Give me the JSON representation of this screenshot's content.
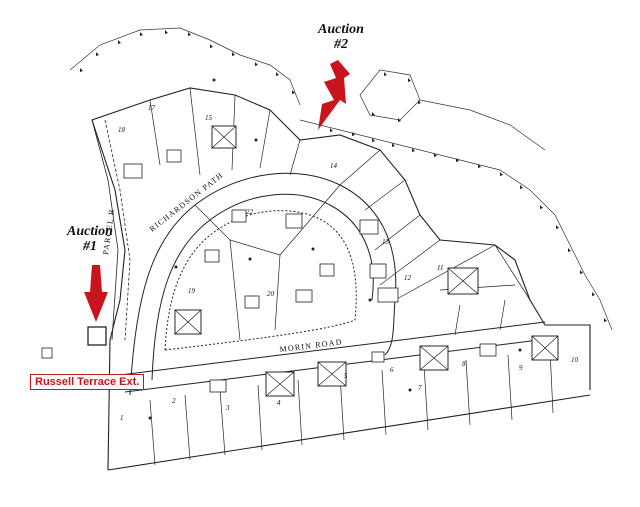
{
  "callouts": {
    "auction_1": {
      "title": "Auction",
      "number": "#1"
    },
    "auction_2": {
      "title": "Auction",
      "number": "#2"
    }
  },
  "streets": {
    "russell_terrace": "Russell Terrace Ext.",
    "richardson_path": "RICHARDSON PATH",
    "morin_road": "MORIN ROAD",
    "parcel_b": "PARCEL B"
  },
  "colors": {
    "arrow": "#c8141c",
    "street_banner_text": "#c8141c",
    "linework": "#222222"
  },
  "icons": {
    "arrow_1": "arrow-down-icon",
    "arrow_2": "arrow-down-icon"
  }
}
